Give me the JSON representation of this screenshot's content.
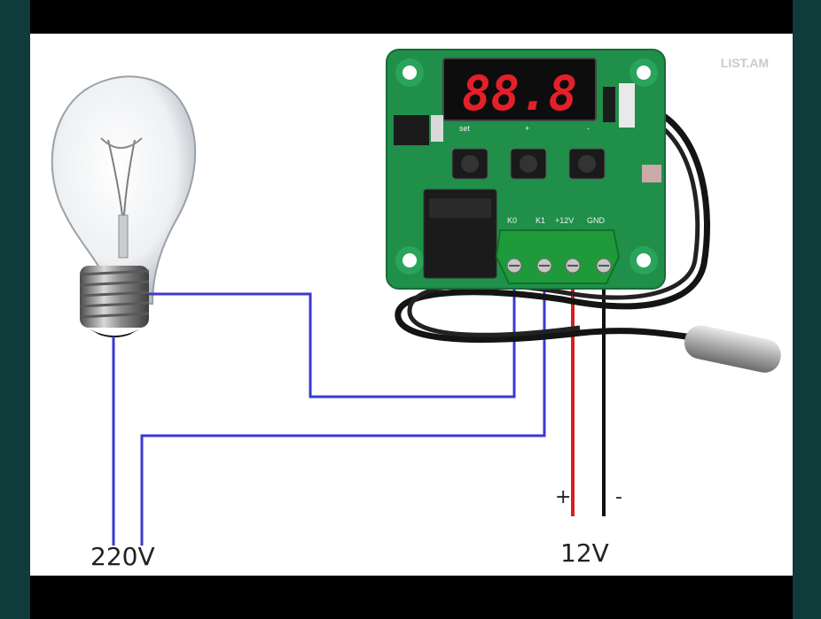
{
  "display": {
    "value": "88.8"
  },
  "board": {
    "button_label_set": "set",
    "button_label_plus": "+",
    "button_label_minus": "-",
    "terminals": [
      "K0",
      "K1",
      "+12V",
      "GND"
    ]
  },
  "labels": {
    "mains": "220V",
    "dc": "12V",
    "dc_plus": "+",
    "dc_minus": "-"
  },
  "watermark": {
    "text": "LIST.AM"
  },
  "colors": {
    "wire_mains": "#3a3ad0",
    "wire_plus": "#d52020",
    "wire_minus": "#111111",
    "pcb": "#1f8f4a",
    "segment": "#e3202a"
  }
}
